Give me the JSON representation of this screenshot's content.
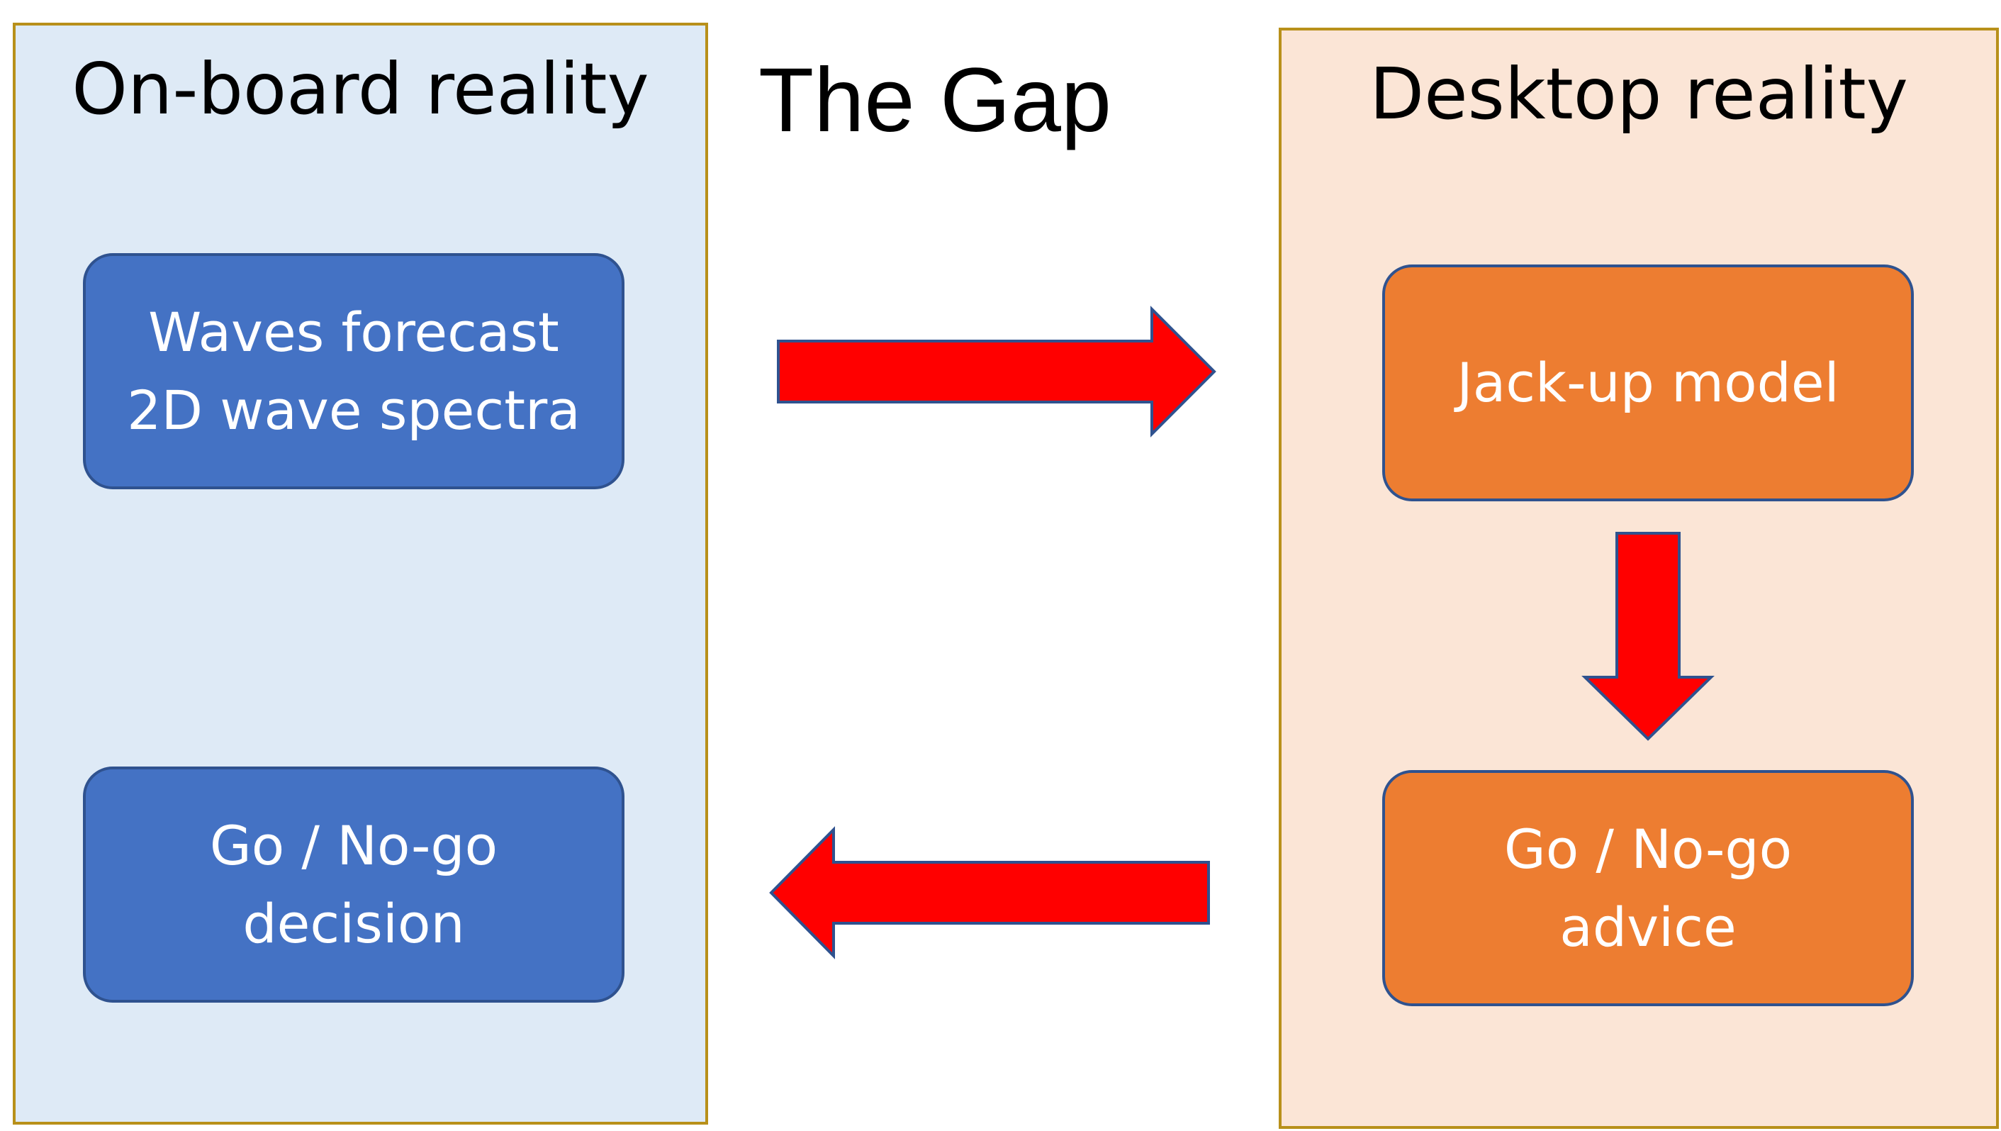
{
  "diagram": {
    "gap_title": "The Gap",
    "onboard": {
      "title": "On-board reality",
      "waves_box": "Waves forecast\n2D wave spectra",
      "decision_box": "Go / No-go\ndecision"
    },
    "desktop": {
      "title": "Desktop reality",
      "model_box": "Jack-up model",
      "advice_box": "Go / No-go\nadvice"
    },
    "colors": {
      "onboard_panel": "#deeaf6",
      "desktop_panel": "#fbe5d6",
      "panel_border": "#b8901a",
      "blue_box": "#4472c4",
      "orange_box": "#ed7d31",
      "arrow_fill": "#ff0000",
      "arrow_outline": "#2f528f"
    }
  }
}
